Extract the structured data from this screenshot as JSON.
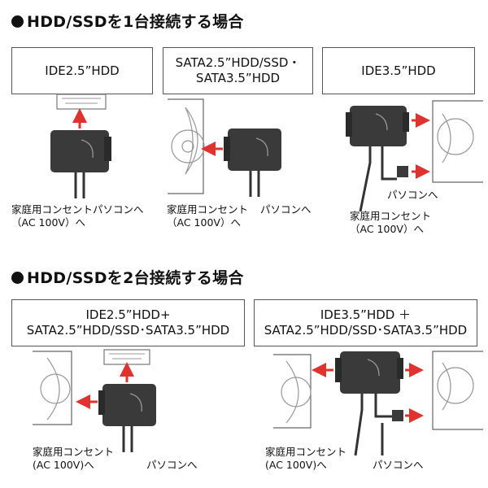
{
  "section1": {
    "heading": "HDD/SSDを1台接続する場合",
    "cards": [
      {
        "line1": "IDE2.5”HDD",
        "line2": ""
      },
      {
        "line1": "SATA2.5”HDD/SSD・",
        "line2": "SATA3.5”HDD"
      },
      {
        "line1": "IDE3.5”HDD",
        "line2": ""
      }
    ],
    "labels": {
      "outlet": "家庭用コンセント",
      "outlet_ac": "（AC 100V）へ",
      "pc": "パソコンへ"
    }
  },
  "section2": {
    "heading": "HDD/SSDを2台接続する場合",
    "cards": [
      {
        "line1": "IDE2.5”HDD+",
        "line2": "SATA2.5”HDD/SSD･SATA3.5”HDD"
      },
      {
        "line1": "IDE3.5”HDD ＋",
        "line2": "SATA2.5”HDD/SSD･SATA3.5”HDD"
      }
    ],
    "labels": {
      "outlet": "家庭用コンセント",
      "outlet_ac": "(AC 100V)へ",
      "pc": "パソコンへ"
    }
  },
  "colors": {
    "arrow": "#e0322e",
    "device": "#3a3a3a",
    "outline": "#666666"
  }
}
